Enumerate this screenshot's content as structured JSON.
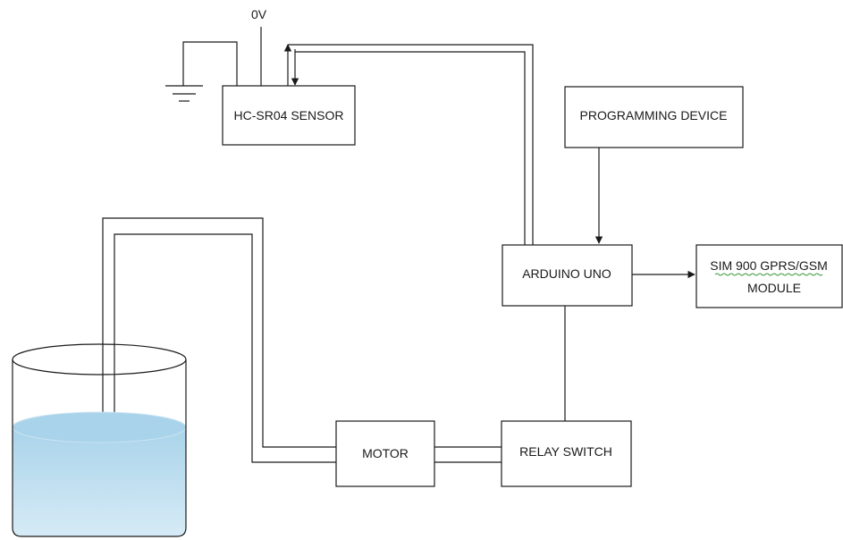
{
  "labels": {
    "ground_voltage": "0V",
    "sensor": "HC-SR04 SENSOR",
    "programming_device": "PROGRAMMING DEVICE",
    "arduino": "ARDUINO UNO",
    "gsm_line1": "SIM 900 GPRS/GSM",
    "gsm_line2": "MODULE",
    "motor": "MOTOR",
    "relay": "RELAY SWITCH"
  },
  "colors": {
    "line": "#1a1a1a",
    "water_top": "#a9d3ea",
    "water_bottom": "#d6ebf6",
    "spellcheck_underline": "#3a9a3a"
  }
}
